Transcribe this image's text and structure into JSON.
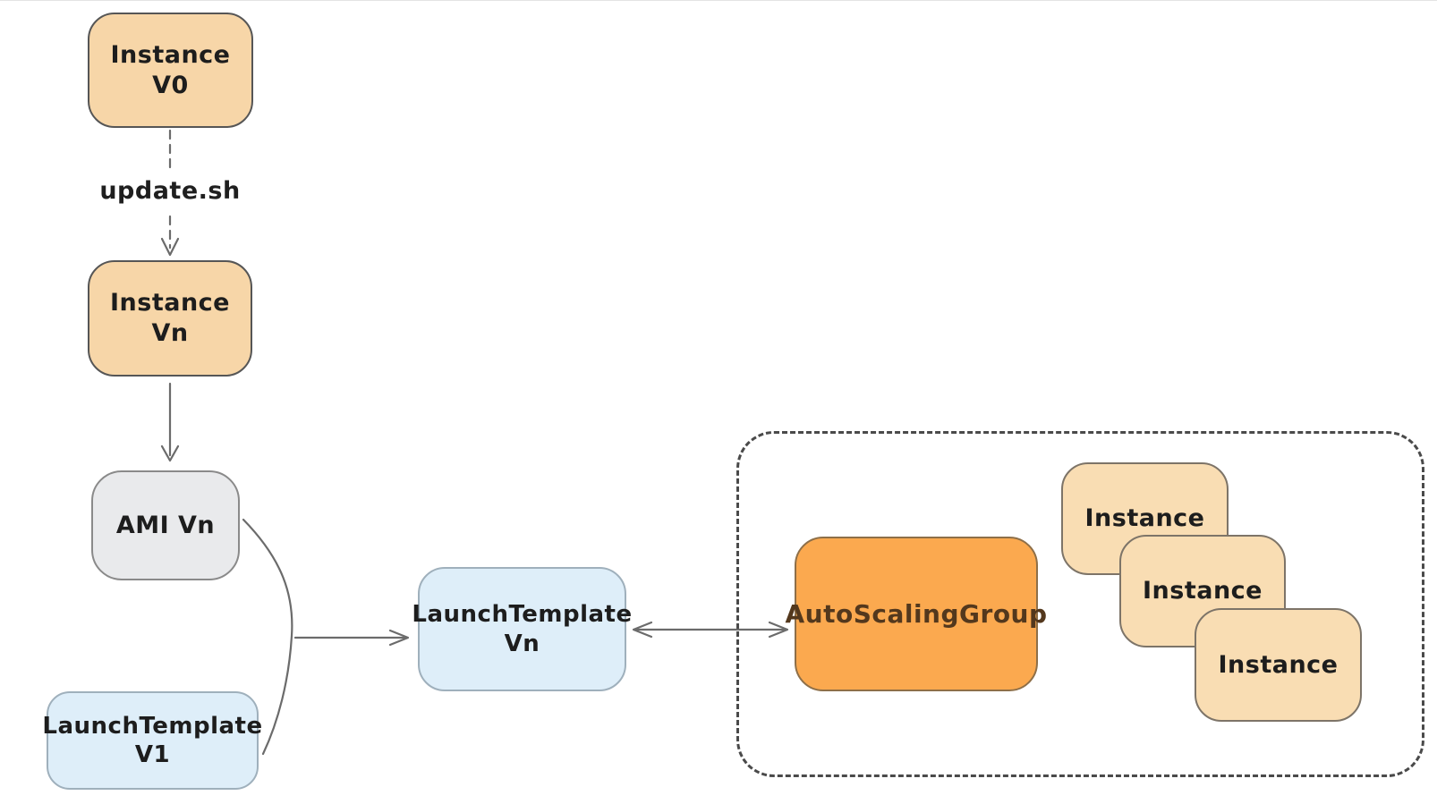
{
  "diagram": {
    "nodes": {
      "instance_v0": {
        "label": "Instance V0",
        "fill": "#f7d6a8"
      },
      "instance_vn": {
        "label": "Instance Vn",
        "fill": "#f7d6a8"
      },
      "ami_vn": {
        "label": "AMI Vn",
        "fill": "#e9eaec"
      },
      "launch_template_v1": {
        "label": "LaunchTemplate",
        "version": "V1",
        "fill": "#deeef9"
      },
      "launch_template_vn": {
        "label": "LaunchTemplate",
        "version": "Vn",
        "fill": "#deeef9"
      },
      "auto_scaling_group": {
        "label": "AutoScalingGroup",
        "fill": "#fba94f",
        "text_color": "#53381d"
      },
      "asg_instances": [
        {
          "label": "Instance",
          "fill": "#f9ddb3"
        },
        {
          "label": "Instance",
          "fill": "#f9ddb3"
        },
        {
          "label": "Instance",
          "fill": "#f9ddb3"
        }
      ]
    },
    "edge_labels": {
      "update_script": "update.sh"
    },
    "colors": {
      "edge_stroke": "#6b6b6b",
      "group_border": "#4a4a4a",
      "background": "#ffffff"
    }
  }
}
